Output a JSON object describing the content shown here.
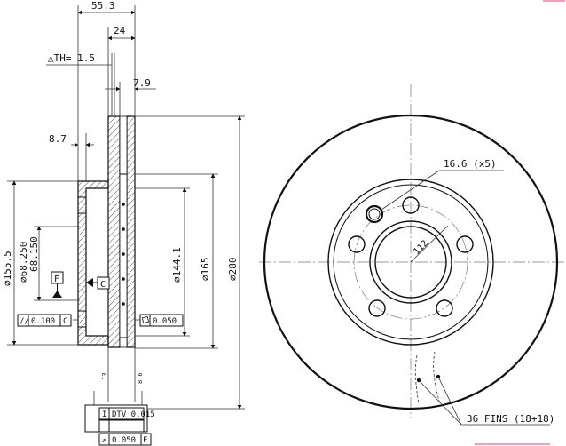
{
  "side_view": {
    "dim_overall_width": "55.3",
    "dim_hat_depth": "24",
    "dim_th": "△TH= 1.5",
    "dim_cheek": "7.9",
    "dim_offset": "8.7",
    "dim_d155": "∅155.5",
    "dim_d68_upper": "∅68.250",
    "dim_d68_lower": "68.150",
    "dim_d144": "∅144.1",
    "dim_d165": "∅165",
    "dim_d280": "∅280",
    "datum_f": "F",
    "datum_c": "C",
    "tol_parallel_symbol": "//",
    "tol_parallel_value": "0.100",
    "tol_parallel_ref": "C",
    "tol_flat_value": "0.050",
    "fin_label_left": "13",
    "fin_label_right": "8.6",
    "dtv_symbol": "I",
    "dtv_text": "DTV 0.015",
    "runout_symbol": "↗",
    "runout_value": "0.050",
    "runout_ref": "F"
  },
  "front_view": {
    "hole_callout": "16.6 (x5)",
    "pcd": "112",
    "fins_callout": "36 FINS (18+18)"
  }
}
